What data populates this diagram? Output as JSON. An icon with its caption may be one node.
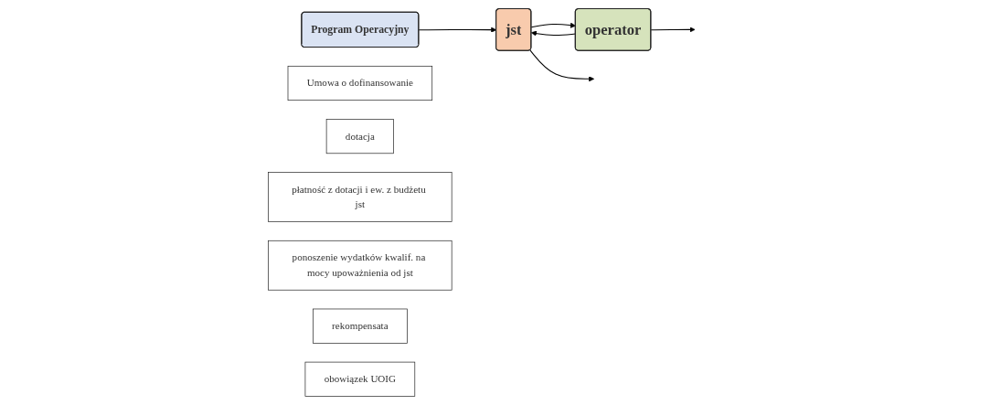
{
  "diagram": {
    "nodes": [
      {
        "text": [
          "Program Operacyjny"
        ]
      },
      {
        "text": [
          "Umowa o dofinansowanie"
        ]
      },
      {
        "text": [
          "dotacja"
        ]
      },
      {
        "text": [
          "płatność z dotacji i ew. z budżetu jst"
        ]
      },
      {
        "text": [
          "ponoszenie wydatków kwalif. na mocy upoważnienia od jst"
        ]
      },
      {
        "text": [
          "jst"
        ]
      },
      {
        "text": [
          "rekompensata"
        ]
      },
      {
        "text": [
          "operator"
        ]
      },
      {
        "text": [
          "obowiązek UOIG"
        ]
      }
    ],
    "edges": [
      {
        "from": 0,
        "to": 5,
        "arrow": "to"
      },
      {
        "from": 5,
        "to": null,
        "arrow": "to"
      },
      {
        "from": 7,
        "to": null,
        "arrow": "to"
      },
      {
        "from": 5,
        "to": 7,
        "arrow": "to"
      },
      {
        "from": 7,
        "to": 5,
        "arrow": "to"
      }
    ]
  }
}
